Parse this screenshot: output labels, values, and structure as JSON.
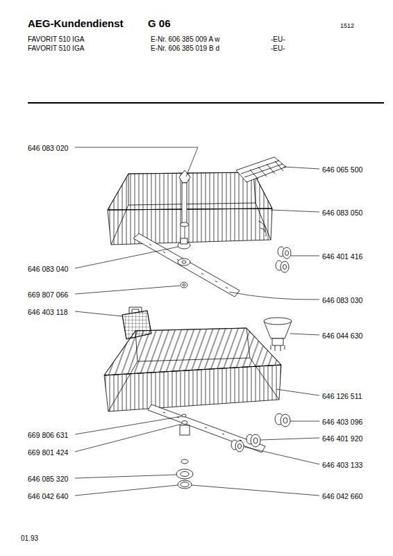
{
  "diagram": {
    "title": "AEG-Kundendienst",
    "labels": [
      "G 06",
      "1512",
      "FAVORIT 510 IGA",
      "E-Nr. 606 385 009 A w",
      "-EU-",
      "FAVORIT 510 IGA",
      "E-Nr. 606 385 019 B d",
      "-EU-",
      "646 083 020",
      "646 083 040",
      "669 807 066",
      "646 403 118",
      "669 806 631",
      "669 801 424",
      "646 085 320",
      "646 042 640",
      "646 065 500",
      "646 083 050",
      "646 401 416",
      "646 083 030",
      "646 044 630",
      "646 126 511",
      "646 403 096",
      "646 401 920",
      "646 403 133",
      "646 042 660",
      "01.93"
    ]
  }
}
